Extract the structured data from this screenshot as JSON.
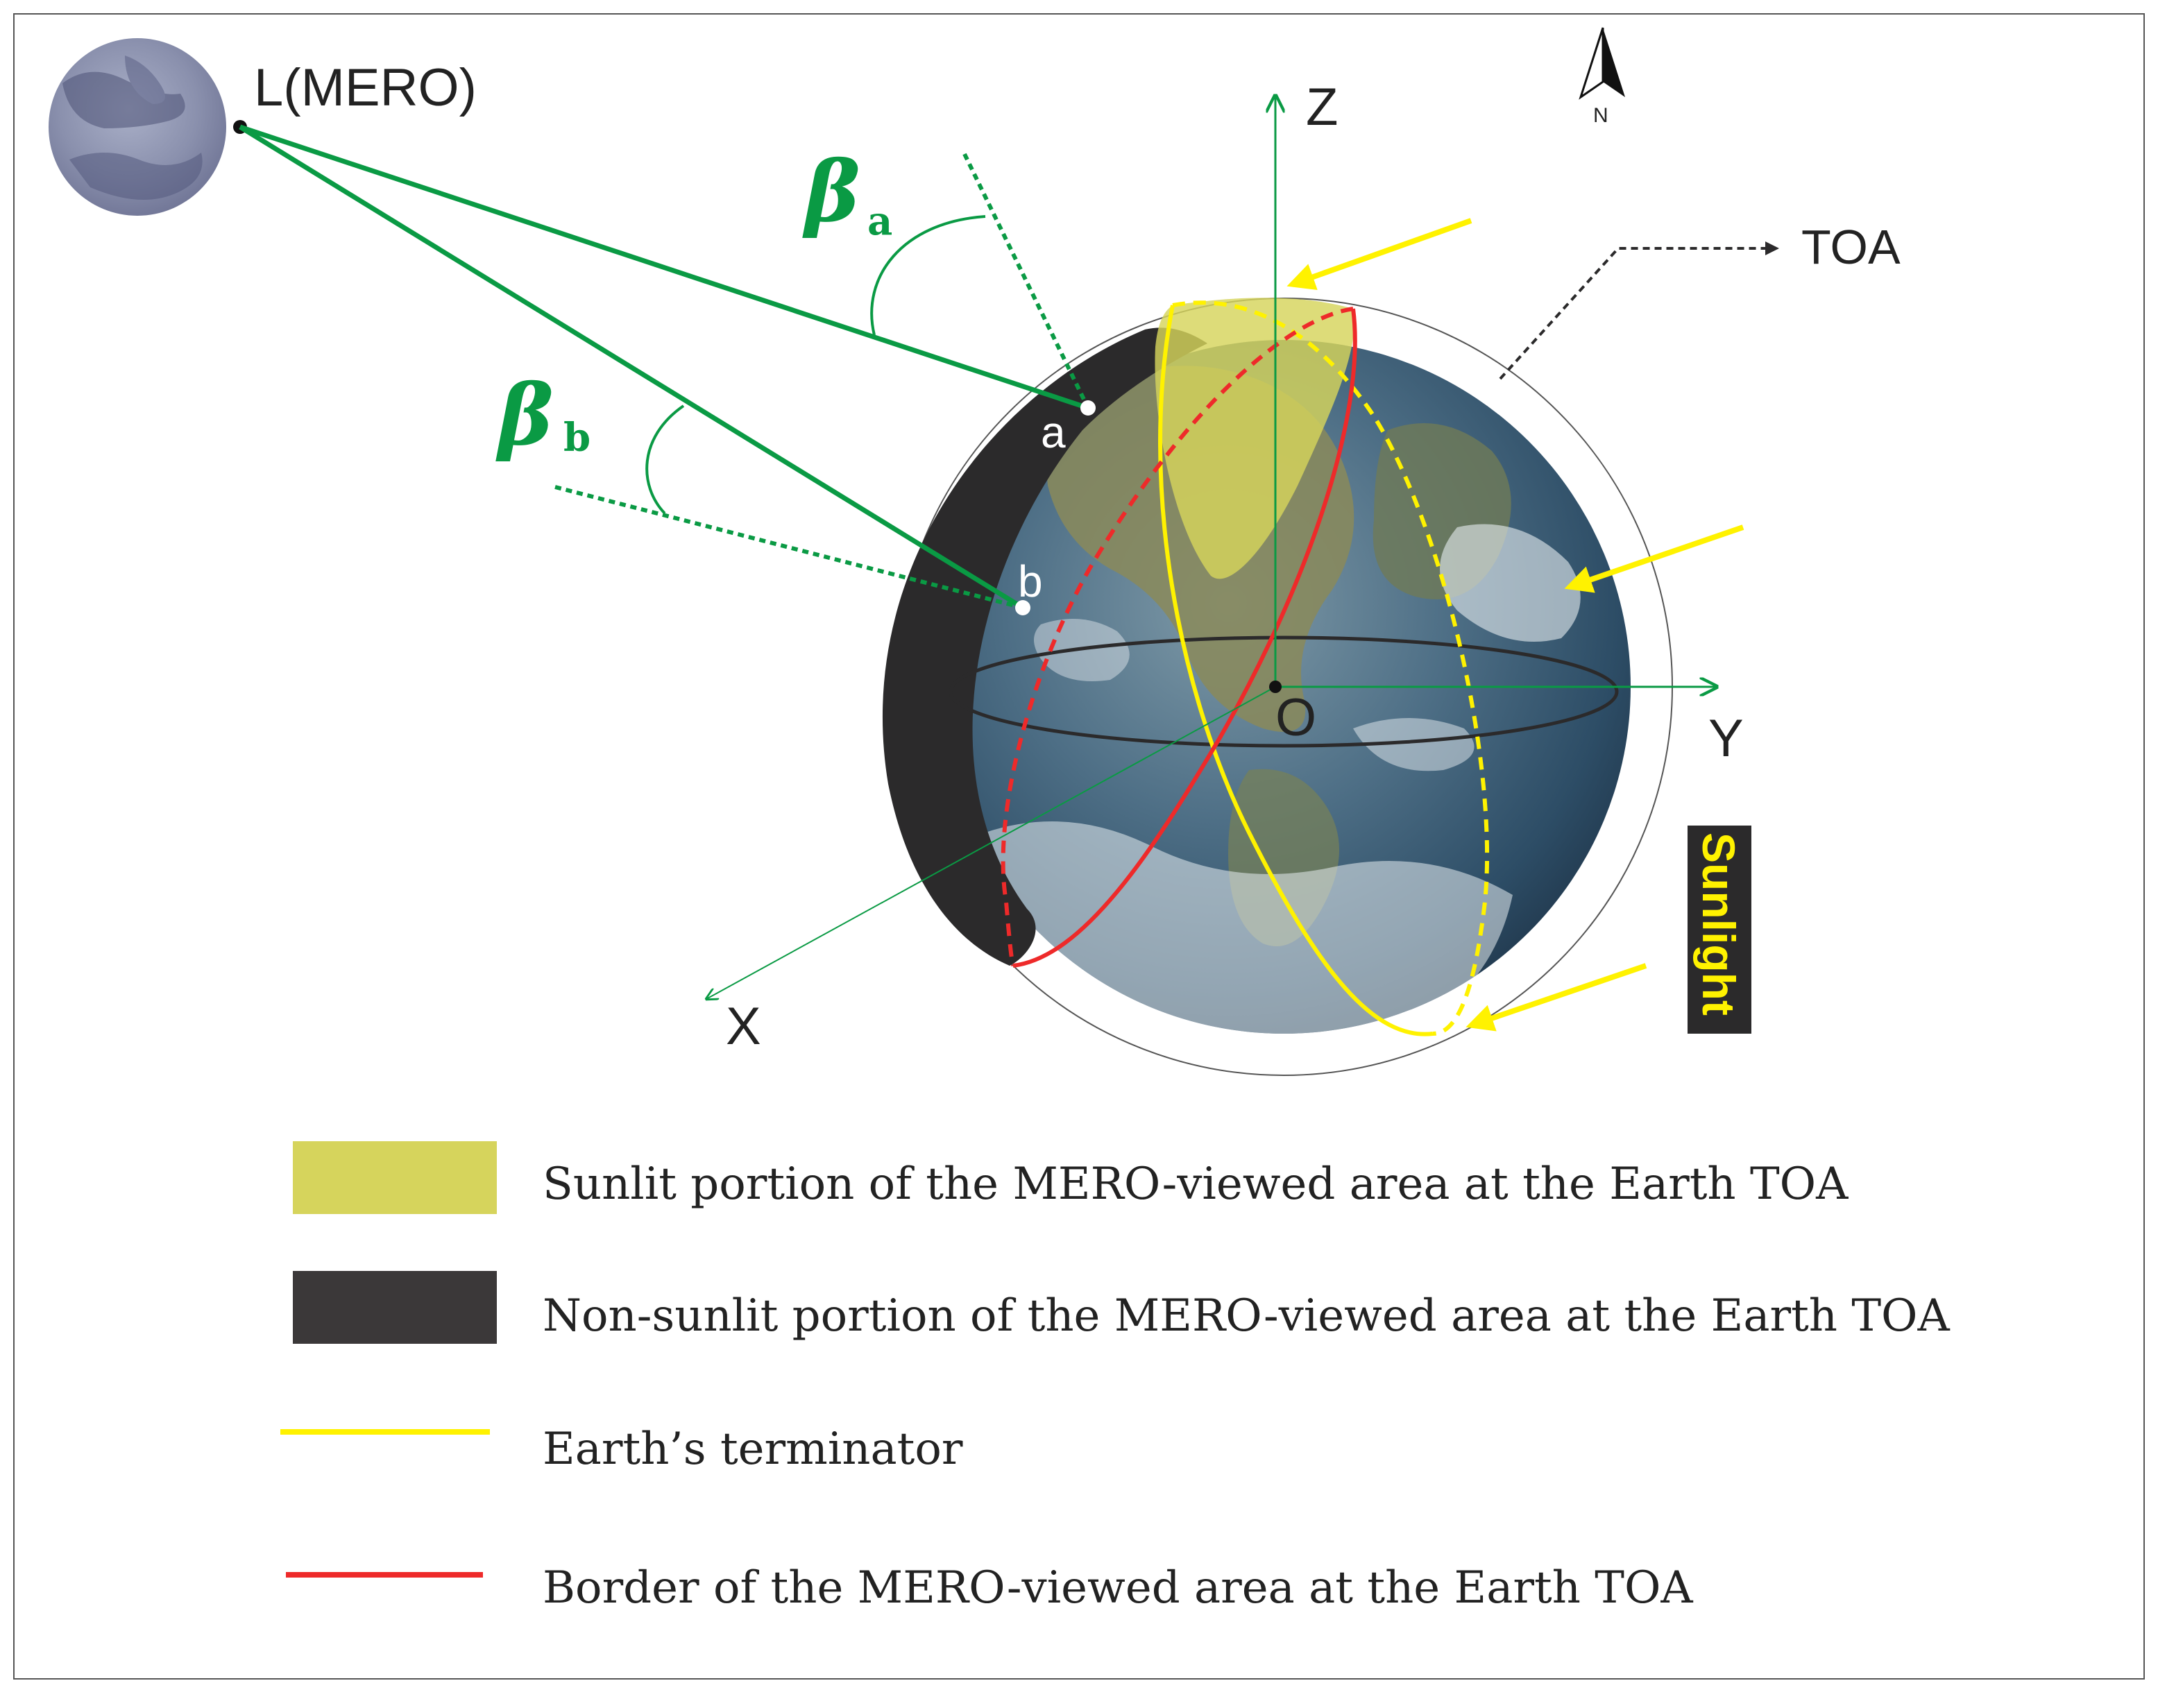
{
  "labels": {
    "moon": "L(MERO)",
    "point_a": "a",
    "point_b": "b",
    "beta_symbol": "β",
    "beta_a_sub": "a",
    "beta_b_sub": "b",
    "axis_x": "X",
    "axis_y": "Y",
    "axis_z": "Z",
    "origin": "O",
    "toa": "TOA",
    "north": "N",
    "sunlight": "Sunlight"
  },
  "legend": [
    {
      "text": "Sunlit portion of the MERO-viewed area at  the Earth TOA",
      "swatch": "#d6d45c",
      "kind": "box"
    },
    {
      "text": "Non-sunlit portion of the MERO-viewed area at the Earth TOA",
      "swatch": "#3b3839",
      "kind": "box"
    },
    {
      "text": "Earth’s terminator",
      "swatch": "#fff200",
      "kind": "line"
    },
    {
      "text": "Border of the MERO-viewed area at the Earth TOA",
      "swatch": "#ee2a2a",
      "kind": "line"
    }
  ],
  "colors": {
    "green": "#0a9a44",
    "yellow": "#fff200",
    "red": "#ee2a2a",
    "dark": "#2b2a2b",
    "text": "#222222"
  }
}
